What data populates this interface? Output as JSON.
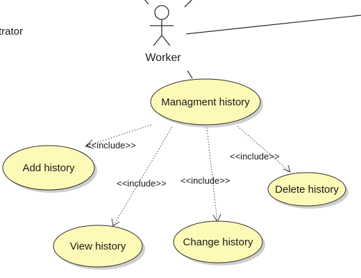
{
  "actors": {
    "left_partial_label": "trator",
    "worker_label": "Worker"
  },
  "use_cases": {
    "managment": "Managment history",
    "add": "Add history",
    "view": "View history",
    "change": "Change history",
    "delete": "Delete history"
  },
  "stereotypes": {
    "add_include": "<<include>>",
    "view_include": "<<include>>",
    "change_include": "<<include>>",
    "delete_include": "<<include>>"
  },
  "colors": {
    "use_case_fill": "#fdf9b7",
    "line": "#2b2b2b"
  }
}
